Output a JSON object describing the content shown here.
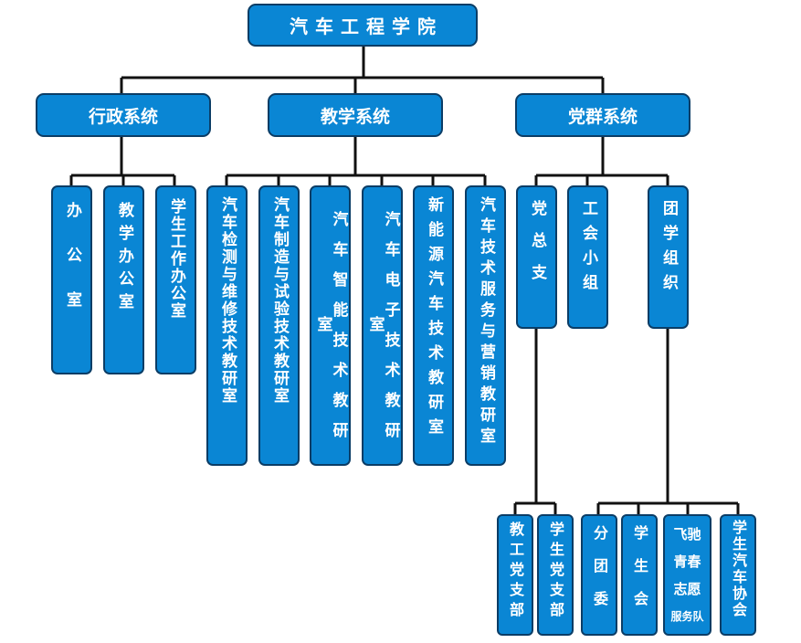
{
  "root": "汽车工程学院",
  "systems": {
    "admin": "行政系统",
    "teaching": "教学系统",
    "party": "党群系统"
  },
  "admin_units": {
    "office": "办 公 室",
    "academic": "教学办公室",
    "student": "学生工作办公室"
  },
  "teaching_units": {
    "u1": "汽车检测与维修技术教研室",
    "u2": "汽车制造与试验技术教研室",
    "u3": "汽车智能技术教研室",
    "u4": "汽车电子技术教研室",
    "u5": "新能源汽车技术教研室",
    "u6": "汽车技术服务与营销教研室"
  },
  "party_units": {
    "branch": "党总支",
    "union": "工会小组",
    "league": "团学组织"
  },
  "branch_children": {
    "staff": "教工党支部",
    "student": "学生党支部"
  },
  "league_children": {
    "committee": "分团委",
    "council": "学生会",
    "volunteer_l1": "飞驰",
    "volunteer_l2": "青春",
    "volunteer_l3": "志愿",
    "volunteer_l4": "服务队",
    "association": "学生汽车协会"
  },
  "colors": {
    "box_fill": "#0a86d4",
    "box_border": "#0b3d66",
    "line": "#111111"
  }
}
